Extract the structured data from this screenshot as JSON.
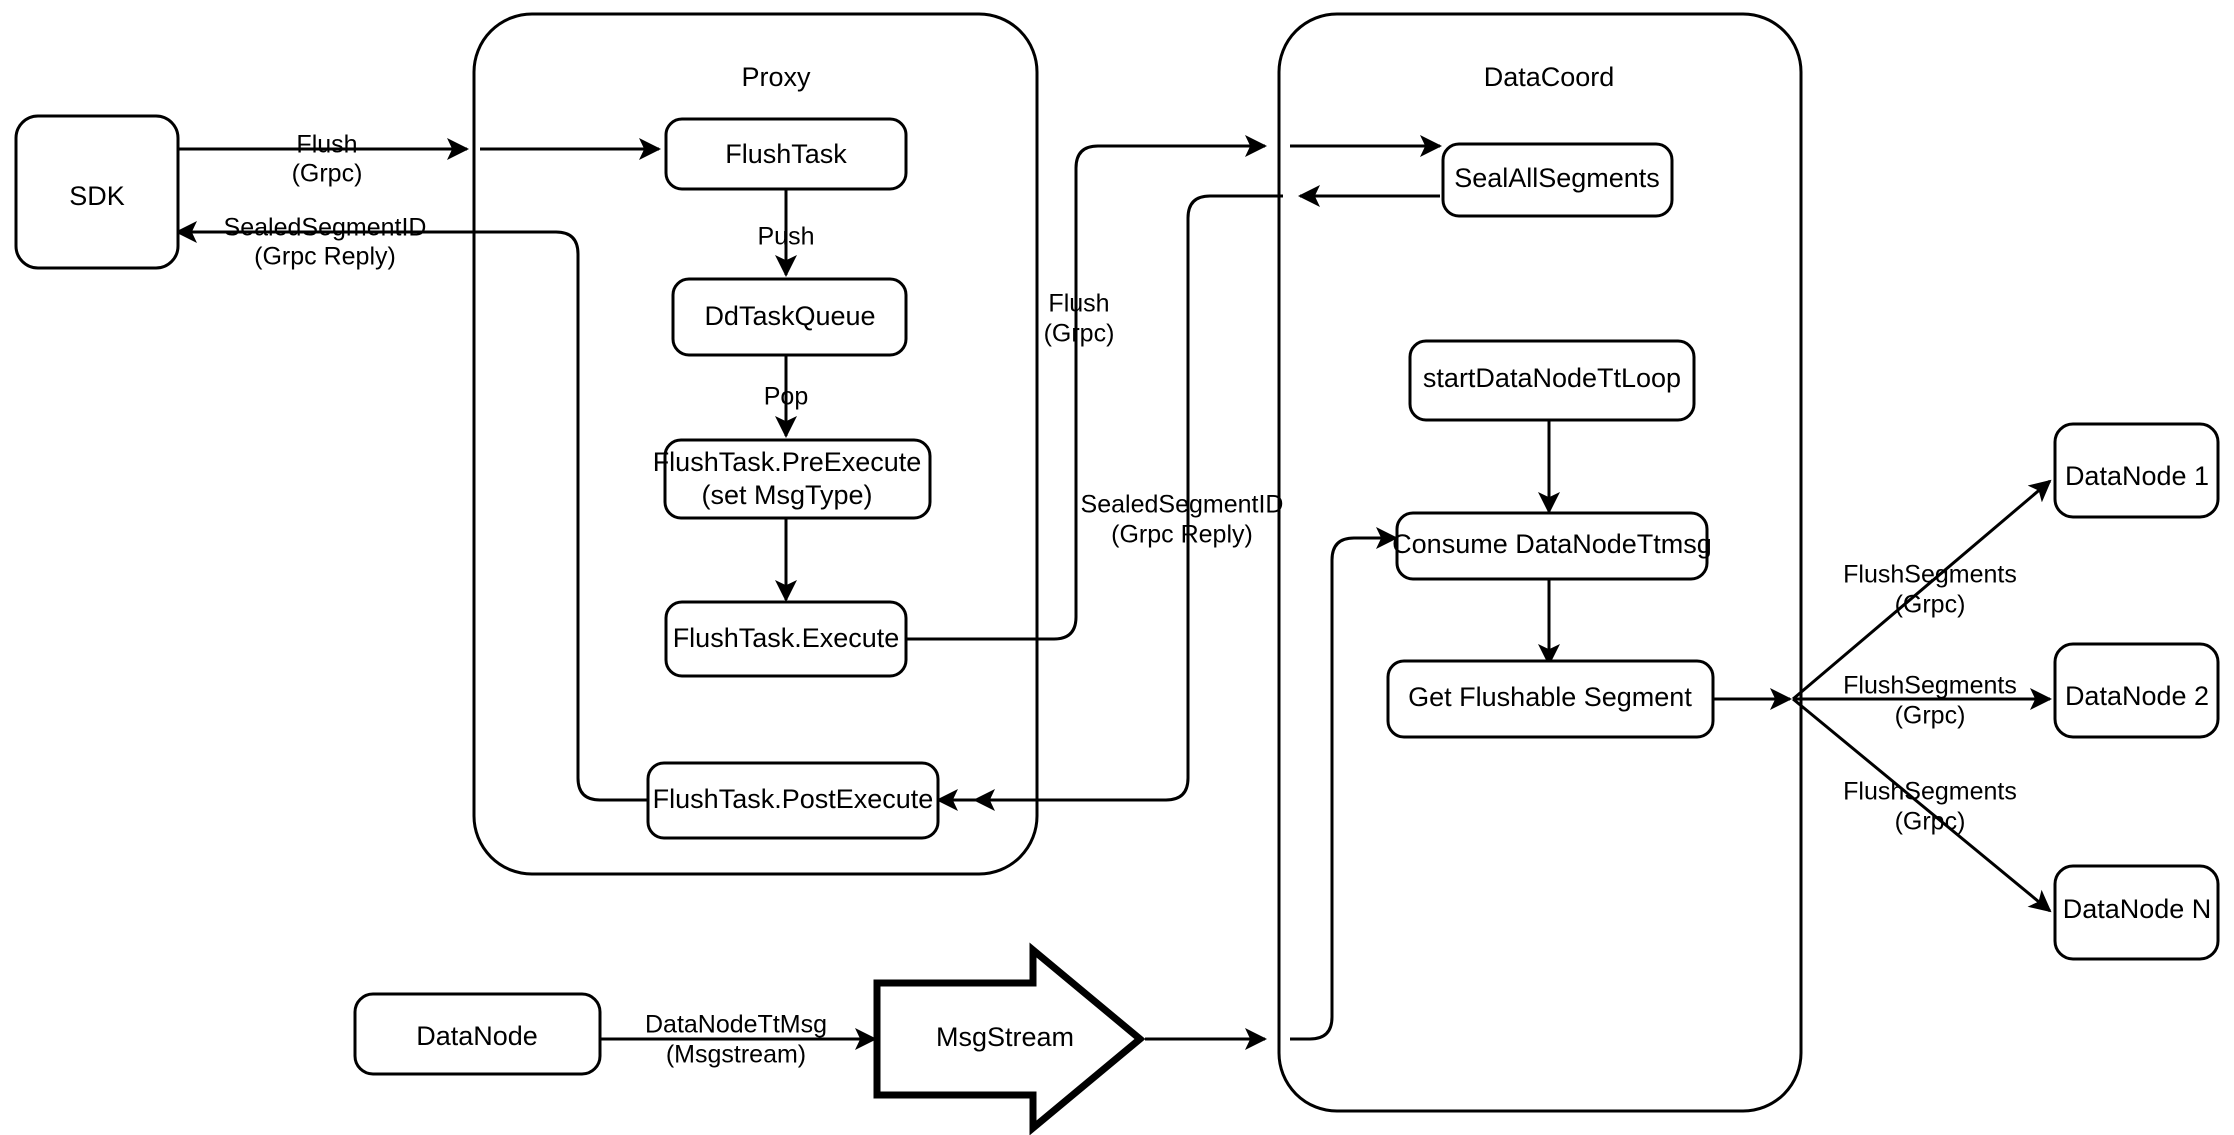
{
  "diagram": {
    "title": "Milvus Flush Flow",
    "background_color": "#ffffff",
    "stroke_color": "#000000"
  },
  "containers": [
    {
      "id": "proxy",
      "label": "Proxy"
    },
    {
      "id": "datacoord",
      "label": "DataCoord"
    }
  ],
  "nodes": {
    "sdk": "SDK",
    "flush_task": "FlushTask",
    "dd_task_queue": "DdTaskQueue",
    "flush_task_preexecute_line1": "FlushTask.PreExecute",
    "flush_task_preexecute_line2": "(set MsgType)",
    "flush_task_execute": "FlushTask.Execute",
    "flush_task_postexecute": "FlushTask.PostExecute",
    "seal_all_segments": "SealAllSegments",
    "start_datanode_tt_loop": "startDataNodeTtLoop",
    "consume_datanode_ttmsg": "Consume DataNodeTtmsg",
    "get_flushable_segment": "Get Flushable Segment",
    "datanode_1": "DataNode 1",
    "datanode_2": "DataNode 2",
    "datanode_n": "DataNode N",
    "datanode_bottom": "DataNode",
    "msgstream": "MsgStream"
  },
  "edge_labels": {
    "sdk_to_proxy_line1": "Flush",
    "sdk_to_proxy_line2": "(Grpc)",
    "proxy_to_sdk_line1": "SealedSegmentID",
    "proxy_to_sdk_line2": "(Grpc Reply)",
    "flush_task_push": "Push",
    "dd_queue_pop": "Pop",
    "proxy_to_datacoord_line1": "Flush",
    "proxy_to_datacoord_line2": "(Grpc)",
    "datacoord_to_proxy_line1": "SealedSegmentID",
    "datacoord_to_proxy_line2": "(Grpc Reply)",
    "flush_segments_1_line1": "FlushSegments",
    "flush_segments_1_line2": "(Grpc)",
    "flush_segments_2_line1": "FlushSegments",
    "flush_segments_2_line2": "(Grpc)",
    "flush_segments_n_line1": "FlushSegments",
    "flush_segments_n_line2": "(Grpc)",
    "datanode_ttmsg_line1": "DataNodeTtMsg",
    "datanode_ttmsg_line2": "(Msgstream)"
  }
}
